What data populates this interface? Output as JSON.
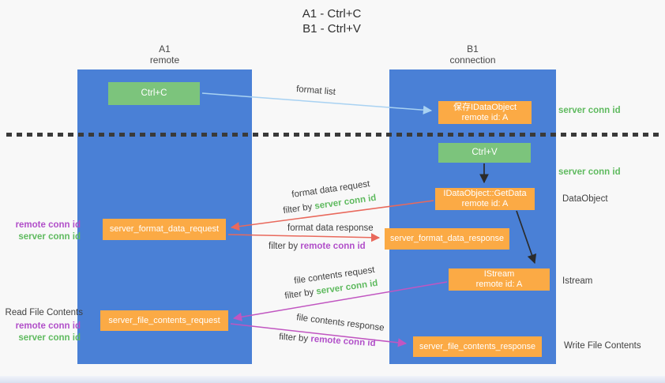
{
  "title": {
    "line1": "A1 - Ctrl+C",
    "line2": "B1 - Ctrl+V"
  },
  "lanes": {
    "a1": {
      "name": "A1",
      "subtitle": "remote"
    },
    "b1": {
      "name": "B1",
      "subtitle": "connection"
    }
  },
  "nodes": {
    "ctrl_c": {
      "label": "Ctrl+C"
    },
    "save_idataobject": {
      "line1": "保存IDataObject",
      "line2": "remote id: A"
    },
    "ctrl_v": {
      "label": "Ctrl+V"
    },
    "getdata": {
      "line1": "IDataObject::GetData",
      "line2": "remote id: A"
    },
    "server_format_data_request": {
      "label": "server_format_data_request"
    },
    "server_format_data_response": {
      "label": "server_format_data_response"
    },
    "istream": {
      "line1": "IStream",
      "line2": "remote id: A"
    },
    "server_file_contents_request": {
      "label": "server_file_contents_request"
    },
    "server_file_contents_response": {
      "label": "server_file_contents_response"
    }
  },
  "annotations": {
    "server_conn_id_top": "server conn id",
    "server_conn_id_mid": "server conn id",
    "dataobject": "DataObject",
    "istream": "Istream",
    "write_file_contents": "Write File Contents",
    "read_file_contents": "Read File Contents",
    "left_group1": {
      "remote": "remote conn id",
      "server": "server conn id"
    },
    "left_group2": {
      "remote": "remote conn id",
      "server": "server conn id"
    }
  },
  "arrows": {
    "format_list": {
      "label": "format list"
    },
    "format_data_request": {
      "label": "format data request",
      "filter_prefix": "filter by ",
      "filter_key": "server conn id"
    },
    "format_data_response": {
      "label": "format data response",
      "filter_prefix": "filter by ",
      "filter_key": "remote conn id"
    },
    "file_contents_request": {
      "label": "file contents request",
      "filter_prefix": "filter by ",
      "filter_key": "server conn id"
    },
    "file_contents_response": {
      "label": "file contents response",
      "filter_prefix": "filter by ",
      "filter_key": "remote conn id"
    }
  },
  "colors": {
    "lane_blue": "#4a80d6",
    "box_green": "#7cc47c",
    "box_orange": "#fbaa45",
    "arrow_salmon": "#e9695c",
    "arrow_magenta": "#c156c1",
    "arrow_lightblue": "#a9d2f2",
    "arrow_black": "#2b2b2b",
    "text_green": "#5fba5f",
    "text_purple": "#b14fc9",
    "text_dark": "#3f3f3f"
  }
}
